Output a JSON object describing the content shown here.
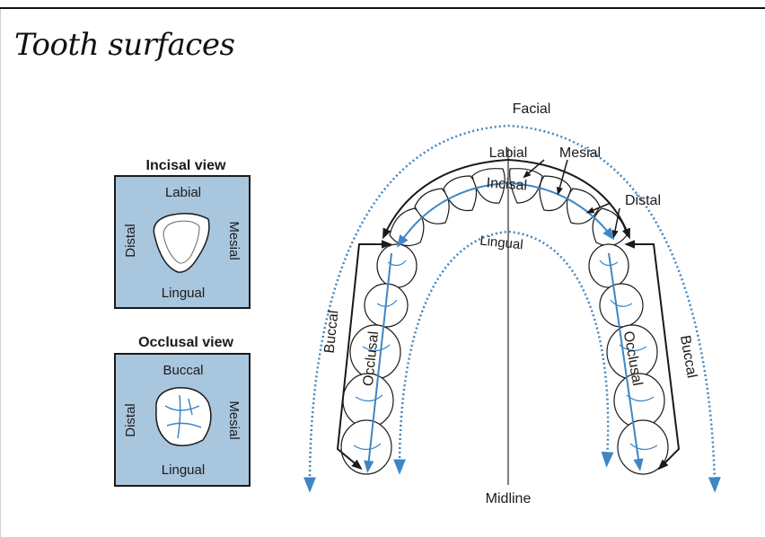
{
  "page": {
    "title": "Tooth surfaces"
  },
  "incisal_view": {
    "heading": "Incisal view",
    "top": "Labial",
    "bottom": "Lingual",
    "left": "Distal",
    "right": "Mesial"
  },
  "occlusal_view": {
    "heading": "Occlusal view",
    "top": "Buccal",
    "bottom": "Lingual",
    "left": "Distal",
    "right": "Mesial"
  },
  "arch": {
    "facial": "Facial",
    "labial": "Labial",
    "mesial": "Mesial",
    "incisal": "Incisal",
    "distal": "Distal",
    "lingual": "Lingual",
    "buccal_left": "Buccal",
    "buccal_right": "Buccal",
    "occlusal_left": "Occlusal",
    "occlusal_right": "Occlusal",
    "midline": "Midline"
  },
  "colors": {
    "panel_fill": "#a9c6df",
    "arrow_blue": "#3e86c4",
    "dark": "#1a1a1a"
  }
}
